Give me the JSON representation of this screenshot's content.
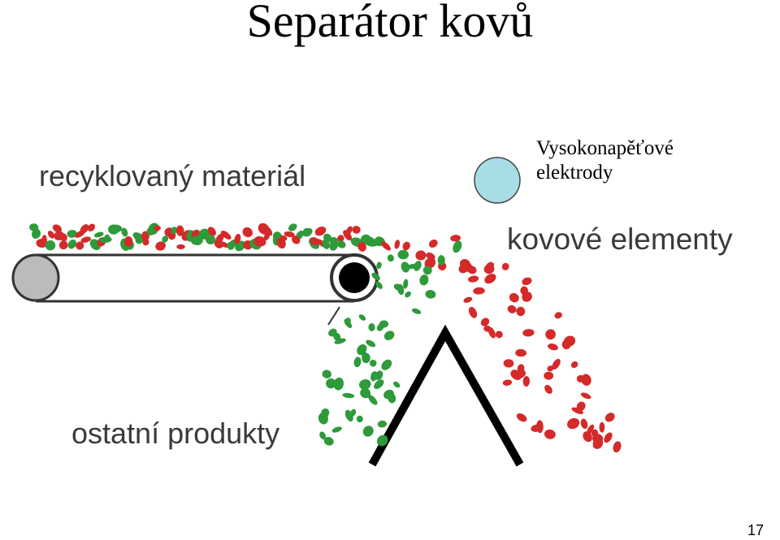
{
  "slide": {
    "title": "Separátor kovů",
    "page_number": "17"
  },
  "labels": {
    "input": "recyklovaný materiál",
    "metal": "kovové elementy",
    "other": "ostatní produkty",
    "electrode_line1": "Vysokonapěťové",
    "electrode_line2": "elektrody"
  },
  "colors": {
    "metal": "#d42a2a",
    "other": "#2e9a3a",
    "electrode": "#a8dde6",
    "roller": "#bbbbbb"
  }
}
